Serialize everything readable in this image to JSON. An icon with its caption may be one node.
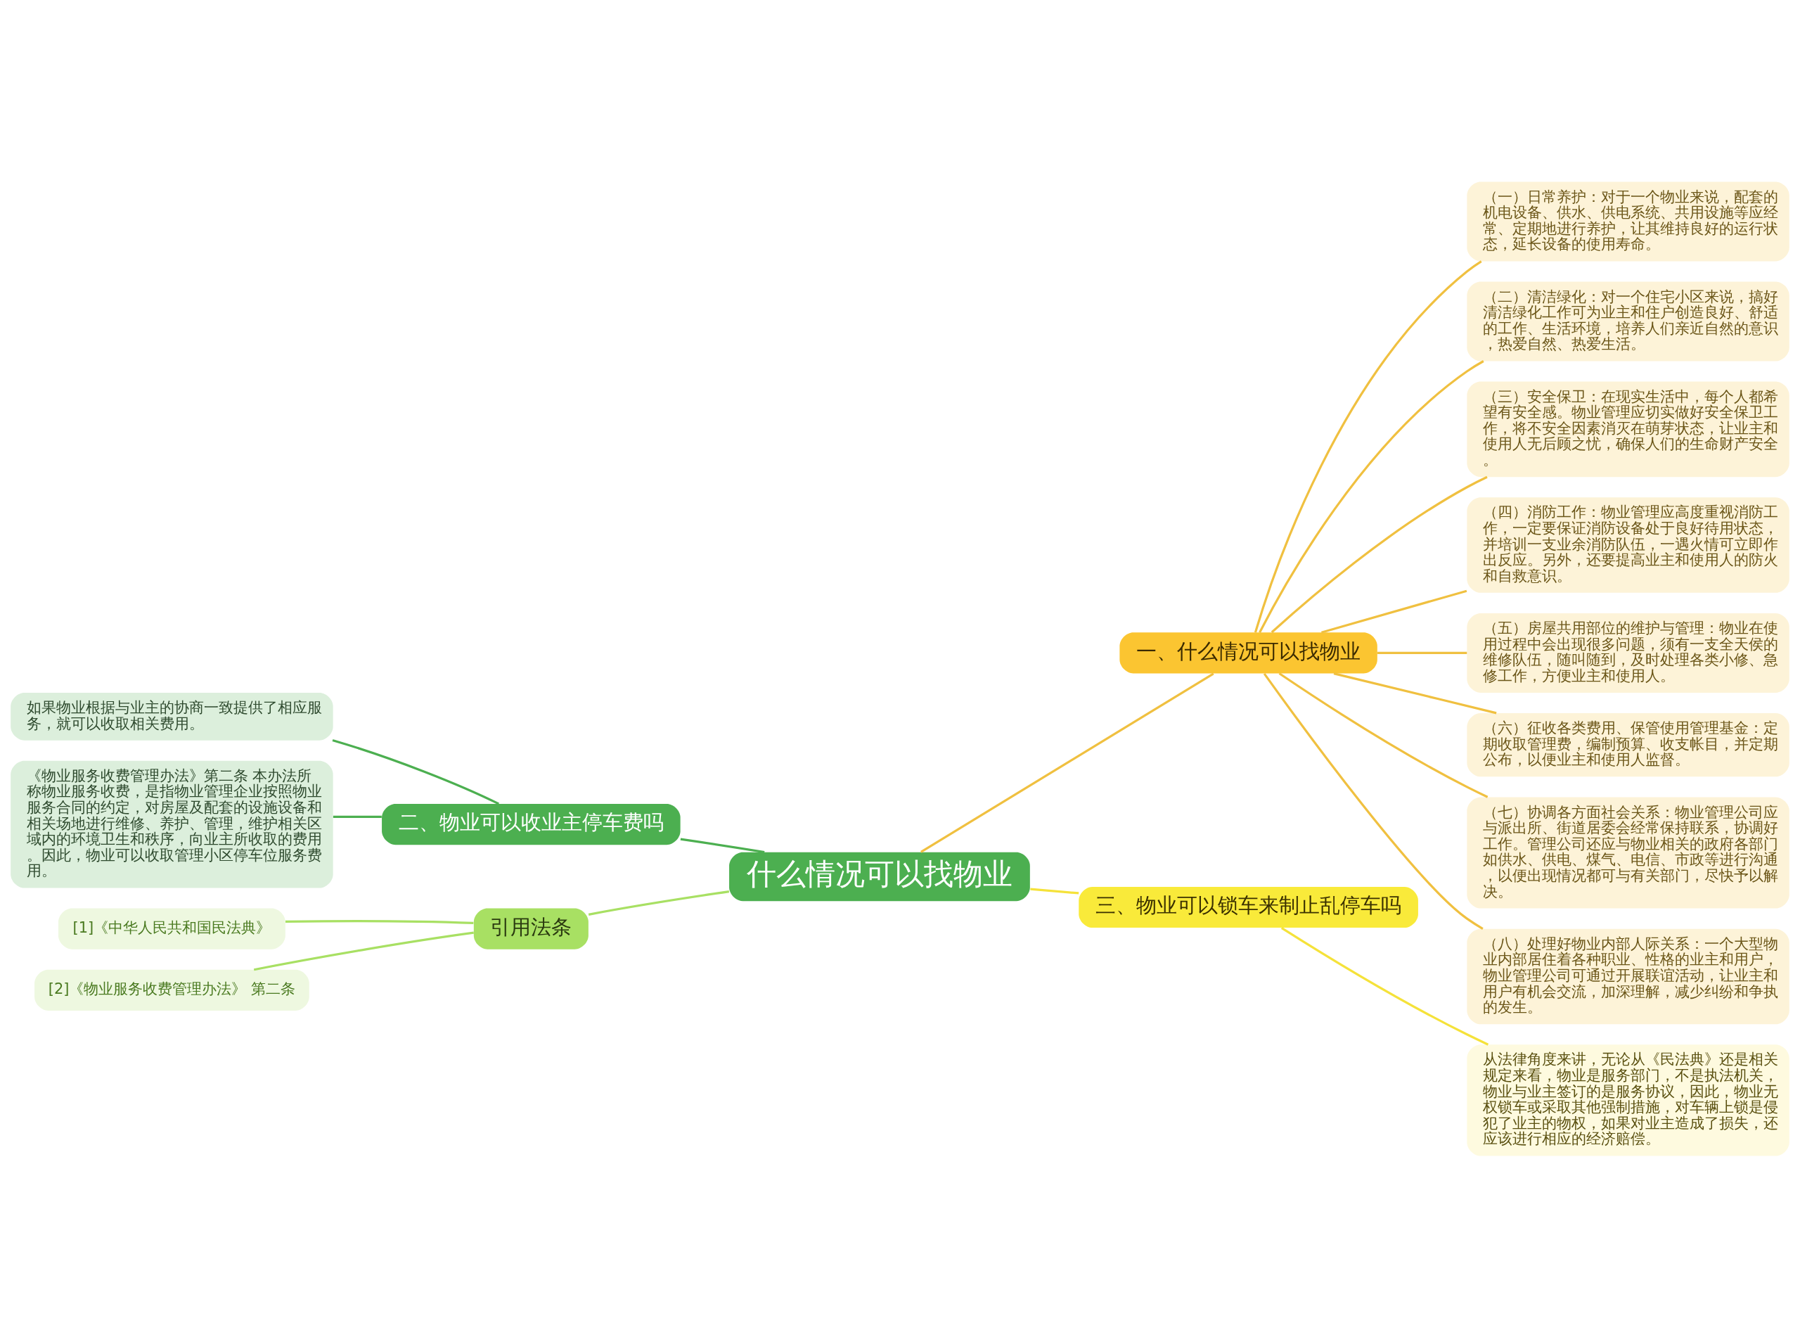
{
  "diagram": {
    "nodes": [
      {
        "text": [
          "什么情况可以找物业"
        ]
      },
      {
        "text": [
          "一、什么情况可以找物业"
        ]
      },
      {
        "text": [
          "（一）日常养护：对于一个物业来说，配套的机电设备、供水、供电系统、共用设施等应经常、定期地进行养护，让其维持良好的运行状态，延长设备的使用寿命。"
        ]
      },
      {
        "text": [
          "（二）清洁绿化：对一个住宅小区来说，搞好清洁绿化工作可为业主和住户创造良好、舒适的工作、生活环境，培养人们亲近自然的意识，热爱自然、热爱生活。"
        ]
      },
      {
        "text": [
          "（三）安全保卫：在现实生活中，每个人都希望有安全感。物业管理应切实做好安全保卫工作，将不安全因素消灭在萌芽状态，让业主和使用人无后顾之忧，确保人们的生命财产安全。"
        ]
      },
      {
        "text": [
          "（四）消防工作：物业管理应高度重视消防工作，一定要保证消防设备处于良好待用状态，并培训一支业余消防队伍，一遇火情可立即作出反应。另外，还要提高业主和使用人的防火和自救意识。"
        ]
      },
      {
        "text": [
          "（五）房屋共用部位的维护与管理：物业在使用过程中会出现很多问题，须有一支全天侯的维修队伍，随叫随到，及时处理各类小修、急修工作，方便业主和使用人。"
        ]
      },
      {
        "text": [
          "（六）征收各类费用、保管使用管理基金：定期收取管理费，编制预算、收支帐目，并定期公布，以便业主和使用人监督。"
        ]
      },
      {
        "text": [
          "（七）协调各方面社会关系：物业管理公司应与派出所、街道居委会经常保持联系，协调好工作。管理公司还应与物业相关的政府各部门如供水、供电、煤气、电信、市政等进行沟通，以便出现情况都可与有关部门，尽快予以解决。"
        ]
      },
      {
        "text": [
          "（八）处理好物业内部人际关系：一个大型物业内部居住着各种职业、性格的业主和用户，物业管理公司可通过开展联谊活动，让业主和用户有机会交流，加深理解，减少纠纷和争执的发生。"
        ]
      },
      {
        "text": [
          "二、物业可以收业主停车费吗"
        ]
      },
      {
        "text": [
          "如果物业根据与业主的协商一致提供了相应服务，就可以收取相关费用。"
        ]
      },
      {
        "text": [
          "《物业服务收费管理办法》第二条 本办法所称物业服务收费，是指物业管理企业按照物业服务合同的约定，对房屋及配套的设施设备和相关场地进行维修、养护、管理，维护相关区域内的环境卫生和秩序，向业主所收取的费用。因此，物业可以收取管理小区停车位服务费用。"
        ]
      },
      {
        "text": [
          "引用法条"
        ]
      },
      {
        "text": [
          "[1]《中华人民共和国民法典》"
        ]
      },
      {
        "text": [
          "[2]《物业服务收费管理办法》 第二条"
        ]
      },
      {
        "text": [
          "三、物业可以锁车来制止乱停车吗"
        ]
      },
      {
        "text": [
          "从法律角度来讲，无论从《民法典》还是相关规定来看，物业是服务部门，不是执法机关，物业与业主签订的是服务协议，因此，物业无权锁车或采取其他强制措施，对车辆上锁是侵犯了业主的物权，如果对业主造成了损失，还应该进行相应的经济赔偿。"
        ]
      }
    ],
    "edges": [
      {
        "from": 0,
        "to": 1,
        "arrow": "none"
      },
      {
        "from": 1,
        "to": 2,
        "arrow": "none"
      },
      {
        "from": 1,
        "to": 3,
        "arrow": "none"
      },
      {
        "from": 1,
        "to": 4,
        "arrow": "none"
      },
      {
        "from": 1,
        "to": 5,
        "arrow": "none"
      },
      {
        "from": 1,
        "to": 6,
        "arrow": "none"
      },
      {
        "from": 1,
        "to": 7,
        "arrow": "none"
      },
      {
        "from": 1,
        "to": 8,
        "arrow": "none"
      },
      {
        "from": 1,
        "to": 9,
        "arrow": "none"
      },
      {
        "from": 0,
        "to": 10,
        "arrow": "none",
        "color": "#4caf50"
      },
      {
        "from": 10,
        "to": 11,
        "arrow": "none",
        "color": "#4caf50"
      },
      {
        "from": 10,
        "to": 12,
        "arrow": "none",
        "color": "#4caf50"
      },
      {
        "from": 0,
        "to": 13,
        "arrow": "none",
        "color": "#a8e063"
      },
      {
        "from": 13,
        "to": 14,
        "arrow": "none",
        "color": "#a8e063"
      },
      {
        "from": 13,
        "to": 15,
        "arrow": "none",
        "color": "#a8e063"
      },
      {
        "from": 0,
        "to": 16,
        "arrow": "none",
        "color": "#f5e23a"
      },
      {
        "from": 16,
        "to": 17,
        "arrow": "none",
        "color": "#f5e23a"
      }
    ]
  }
}
